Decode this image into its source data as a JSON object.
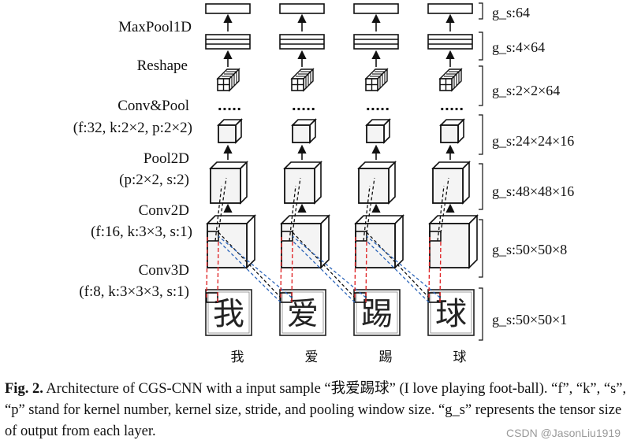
{
  "layers_left": [
    {
      "text": [
        "MaxPool1D"
      ]
    },
    {
      "text": [
        "Reshape"
      ]
    },
    {
      "text": [
        "Conv&Pool",
        "(f:32, k:2×2, p:2×2)"
      ]
    },
    {
      "text": [
        "Pool2D",
        "(p:2×2,  s:2)"
      ]
    },
    {
      "text": [
        "Conv2D",
        "(f:16,  k:3×3,  s:1)"
      ]
    },
    {
      "text": [
        "Conv3D",
        "(f:8, k:3×3×3, s:1)"
      ]
    }
  ],
  "sizes_right": [
    "g_s:64",
    "g_s:4×64",
    "g_s:2×2×64",
    "g_s:24×24×16",
    "g_s:48×48×16",
    "g_s:50×50×8",
    "g_s:50×50×1"
  ],
  "dots": ".....",
  "characters": [
    "我",
    "爱",
    "踢",
    "球"
  ],
  "caption": {
    "label": "Fig. 2.",
    "text": " Architecture of CGS-CNN with a input sample “我爱踢球” (I love playing foot-ball). “f”, “k”, “s”, “p” stand for kernel number, kernel size, stride, and pooling window size. “g_s” represents the tensor size of output from each layer."
  },
  "watermark": "CSDN @JasonLiu1919",
  "colors": {
    "black_dash": "#111111",
    "red_dash": "#e0282a",
    "blue_dash": "#2a63b8"
  }
}
